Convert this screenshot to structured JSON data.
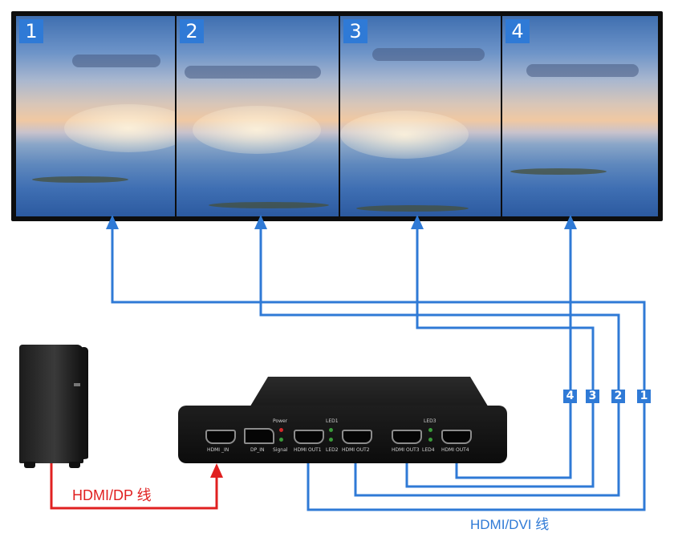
{
  "screens": [
    {
      "label": "1"
    },
    {
      "label": "2"
    },
    {
      "label": "3"
    },
    {
      "label": "4"
    }
  ],
  "splitter": {
    "ports": [
      {
        "label": "HDMI _IN"
      },
      {
        "label": "DP_IN"
      },
      {
        "label": "HDMI OUT1"
      },
      {
        "label": "HDMI OUT2"
      },
      {
        "label": "HDMI OUT3"
      },
      {
        "label": "HDMI OUT4"
      }
    ],
    "indicators": {
      "power": "Power",
      "signal": "Signal",
      "led1": "LED1",
      "led2": "LED2",
      "led3": "LED3",
      "led4": "LED4"
    }
  },
  "cable_tags": [
    "4",
    "3",
    "2",
    "1"
  ],
  "captions": {
    "input_cable": "HDMI/DP 线",
    "output_cable": "HDMI/DVI 线"
  },
  "colors": {
    "input_line": "#e02020",
    "output_line": "#2f7ad6",
    "badge": "#2f7ad6"
  }
}
